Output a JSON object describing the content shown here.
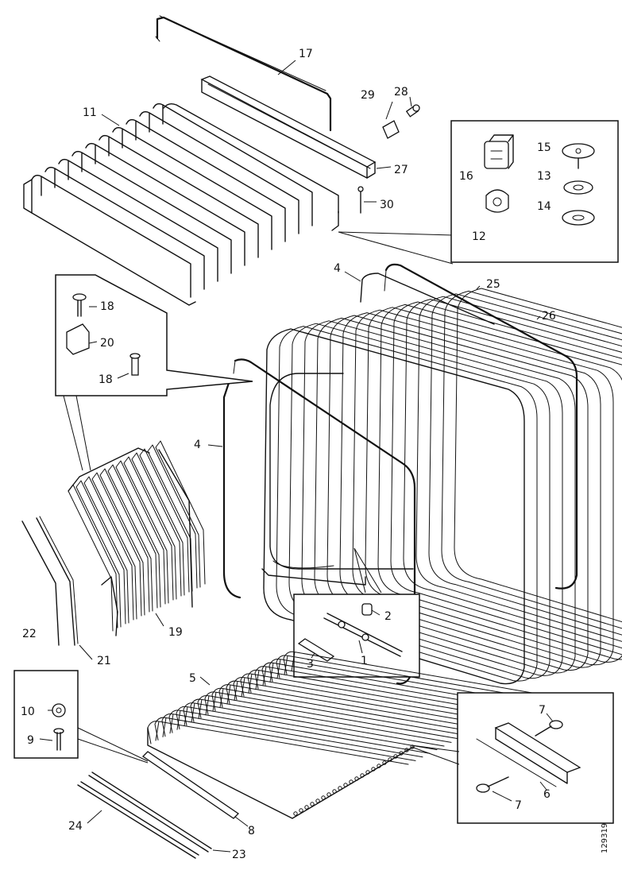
{
  "diagram": {
    "labels": {
      "p1": "1",
      "p2": "2",
      "p3": "3",
      "p4a": "4",
      "p4b": "4",
      "p5": "5",
      "p6": "6",
      "p7a": "7",
      "p7b": "7",
      "p8": "8",
      "p9": "9",
      "p10": "10",
      "p11": "11",
      "p12": "12",
      "p13": "13",
      "p14": "14",
      "p15": "15",
      "p16": "16",
      "p17": "17",
      "p18a": "18",
      "p18b": "18",
      "p19": "19",
      "p20": "20",
      "p21": "21",
      "p22": "22",
      "p23": "23",
      "p24": "24",
      "p25": "25",
      "p26": "26",
      "p27": "27",
      "p28": "28",
      "p29": "29",
      "p30": "30"
    },
    "drawing_code": "129319"
  }
}
